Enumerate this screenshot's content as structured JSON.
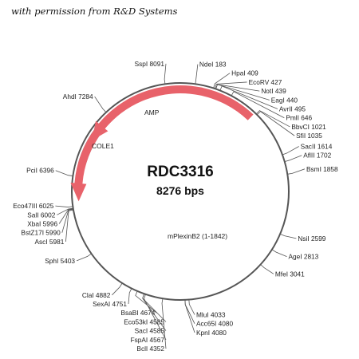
{
  "credit": "with permission from R&D Systems",
  "plasmid": {
    "name": "RDC3316",
    "size_label": "8276 bps",
    "length_bp": 8276,
    "backbone_color": "#555555"
  },
  "features": [
    {
      "name": "AMP",
      "start": 7345,
      "end": 6900,
      "direction": "reverse",
      "color": "#e8626a"
    },
    {
      "name": "COLE1",
      "start": 7090,
      "end": 6560,
      "direction": "none",
      "color": "#63d6dc"
    },
    {
      "name": "mPlexinB2 (1-1842)",
      "start": 1000,
      "end": 6080,
      "direction": "reverse",
      "color": "#e8626a"
    }
  ],
  "sites": [
    {
      "name": "NdeI",
      "pos": 183,
      "text": "NdeI  183"
    },
    {
      "name": "HpaI",
      "pos": 409,
      "text": "HpaI  409"
    },
    {
      "name": "EcoRV",
      "pos": 427,
      "text": "EcoRV  427"
    },
    {
      "name": "NotI",
      "pos": 439,
      "text": "NotI  439"
    },
    {
      "name": "EagI",
      "pos": 440,
      "text": "EagI  440"
    },
    {
      "name": "AvrII",
      "pos": 495,
      "text": "AvrII  495"
    },
    {
      "name": "PmlI",
      "pos": 646,
      "text": "PmlI  646"
    },
    {
      "name": "BbvCI",
      "pos": 1021,
      "text": "BbvCI  1021"
    },
    {
      "name": "SfiI",
      "pos": 1035,
      "text": "SfiI  1035"
    },
    {
      "name": "SacII",
      "pos": 1614,
      "text": "SacII  1614"
    },
    {
      "name": "AflII",
      "pos": 1702,
      "text": "AflII  1702"
    },
    {
      "name": "BsmI",
      "pos": 1858,
      "text": "BsmI  1858"
    },
    {
      "name": "NsiI",
      "pos": 2599,
      "text": "NsiI  2599"
    },
    {
      "name": "AgeI",
      "pos": 2813,
      "text": "AgeI  2813"
    },
    {
      "name": "MfeI",
      "pos": 3041,
      "text": "MfeI  3041"
    },
    {
      "name": "MluI",
      "pos": 4033,
      "text": "MluI  4033"
    },
    {
      "name": "Acc65I",
      "pos": 4080,
      "text": "Acc65I  4080"
    },
    {
      "name": "KpnI",
      "pos": 4080,
      "text": "KpnI  4080"
    },
    {
      "name": "BclI",
      "pos": 4352,
      "text": "BclI  4352"
    },
    {
      "name": "FspAI",
      "pos": 4567,
      "text": "FspAI  4567"
    },
    {
      "name": "Eco53kI",
      "pos": 4585,
      "text": "Eco53kI  4585"
    },
    {
      "name": "SacI",
      "pos": 4585,
      "text": "SacI  4585"
    },
    {
      "name": "BsaBI",
      "pos": 4674,
      "text": "BsaBI  4674"
    },
    {
      "name": "SexAI",
      "pos": 4751,
      "text": "SexAI  4751"
    },
    {
      "name": "ClaI",
      "pos": 4882,
      "text": "ClaI  4882"
    },
    {
      "name": "SphI",
      "pos": 5403,
      "text": "SphI  5403"
    },
    {
      "name": "AscI",
      "pos": 5981,
      "text": "AscI  5981"
    },
    {
      "name": "BstZ17I",
      "pos": 5990,
      "text": "BstZ17I  5990"
    },
    {
      "name": "XbaI",
      "pos": 5996,
      "text": "XbaI  5996"
    },
    {
      "name": "SalI",
      "pos": 6002,
      "text": "SalI  6002"
    },
    {
      "name": "Eco47III",
      "pos": 6025,
      "text": "Eco47III  6025"
    },
    {
      "name": "PciI",
      "pos": 6396,
      "text": "PciI  6396"
    },
    {
      "name": "AhdI",
      "pos": 7284,
      "text": "AhdI  7284"
    },
    {
      "name": "SspI",
      "pos": 8091,
      "text": "SspI  8091"
    }
  ]
}
